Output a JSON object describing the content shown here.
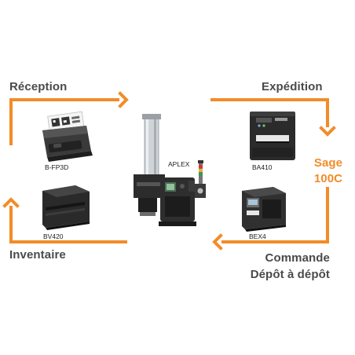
{
  "flow": {
    "reception": "Réception",
    "expedition": "Expédition",
    "inventaire": "Inventaire",
    "commande_line1": "Commande",
    "commande_line2": "Dépôt à dépôt",
    "sage_line1": "Sage",
    "sage_line2": "100C"
  },
  "devices": {
    "bfp3d": "B-FP3D",
    "ba410": "BA410",
    "bv420": "BV420",
    "bex4": "BEX4",
    "aplex": "APLEX"
  },
  "colors": {
    "accent": "#f28c28",
    "label_text": "#4a4a4a",
    "device_dark": "#2b2b2b"
  }
}
